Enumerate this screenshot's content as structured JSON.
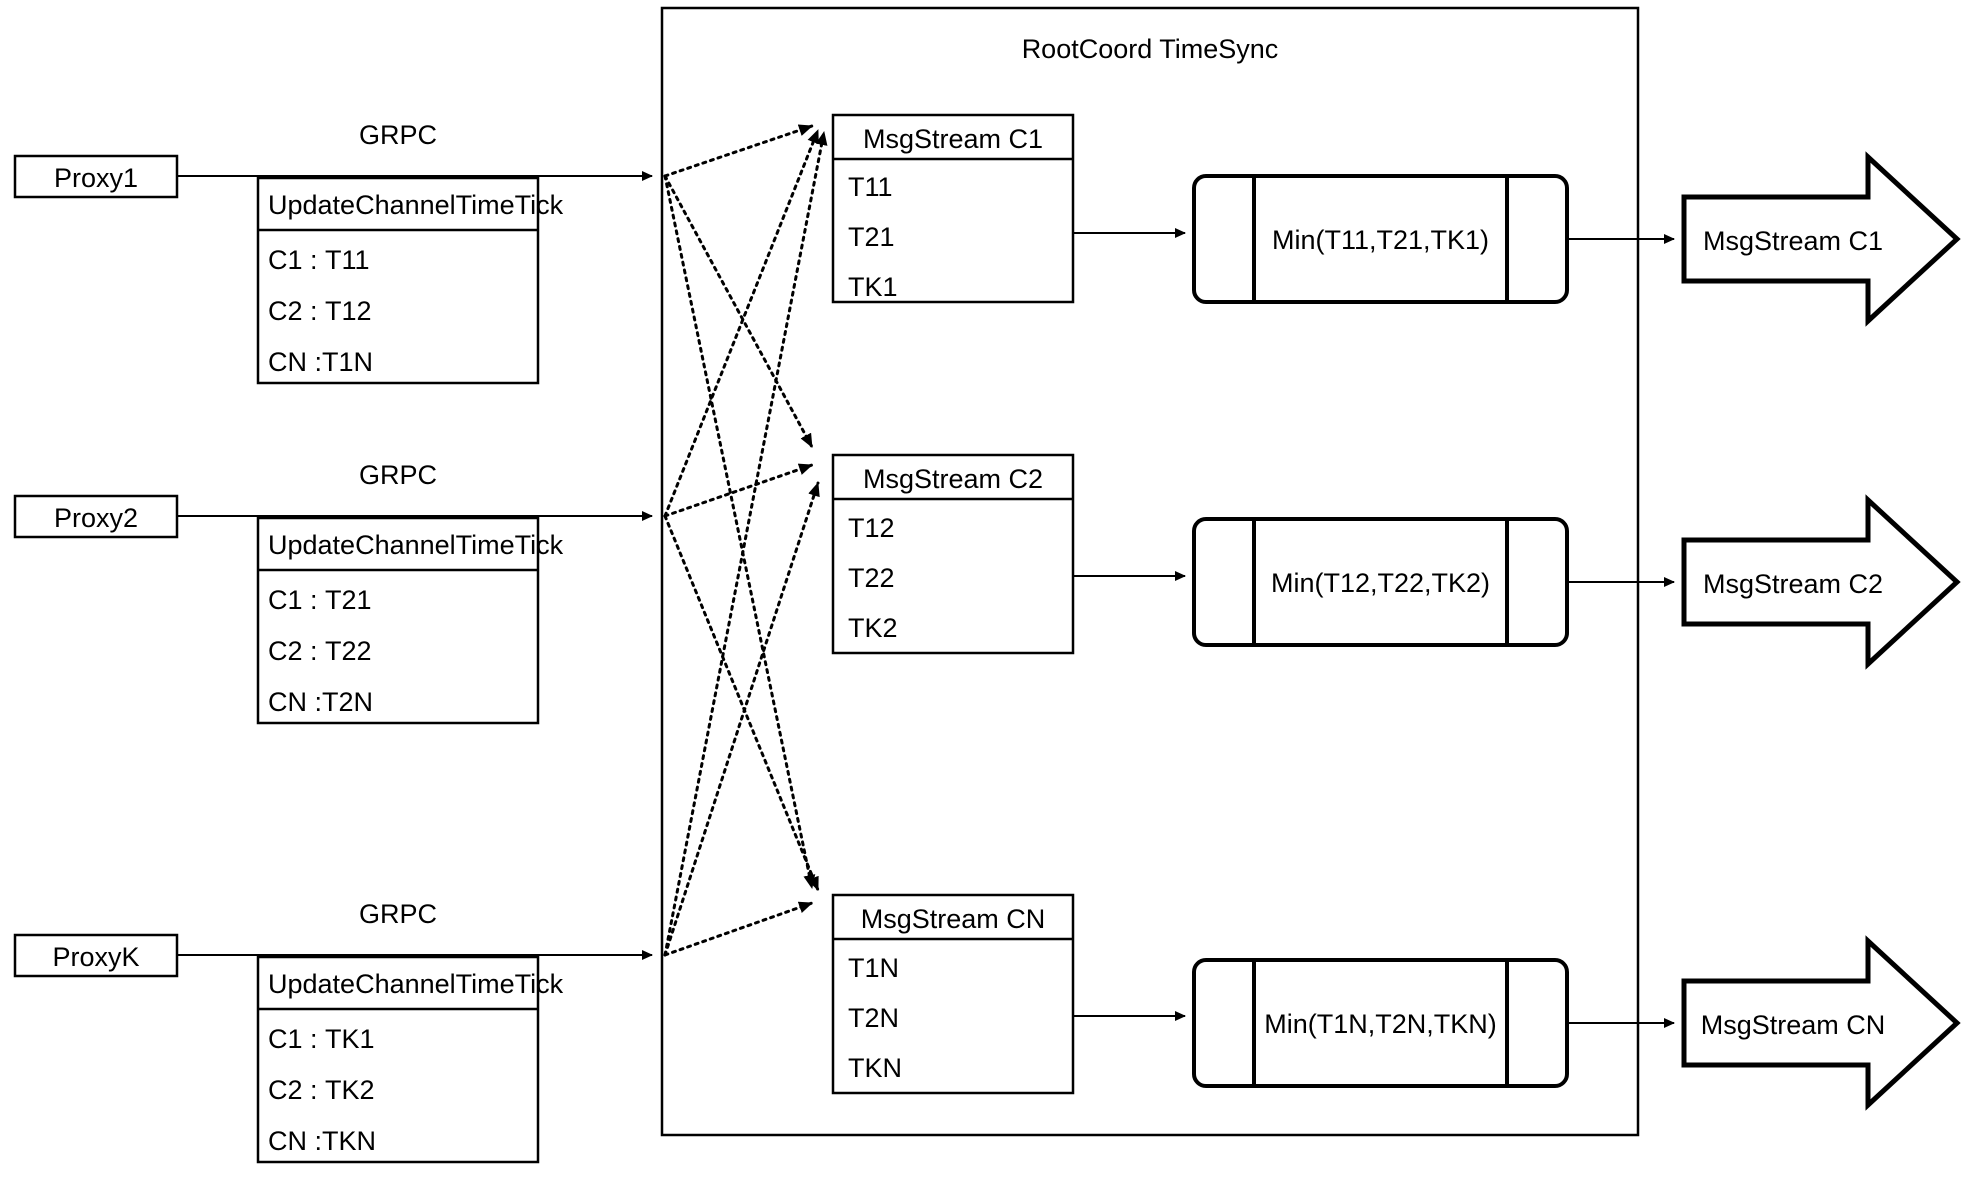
{
  "diagram": {
    "title": "RootCoord TimeSync",
    "container_label": "RootCoord TimeSync"
  },
  "rows": [
    {
      "proxy": {
        "label": "Proxy1"
      },
      "grpc_label": "GRPC",
      "request": {
        "header": "UpdateChannelTimeTick",
        "entries": [
          {
            "channel": "C1 :",
            "time": "T11"
          },
          {
            "channel": "C2 :",
            "time": "T12"
          },
          {
            "channel": "CN :",
            "time": "T1N"
          }
        ]
      },
      "msgstream": {
        "header": "MsgStream C1",
        "items": [
          "T11",
          "T21",
          "TK1"
        ]
      },
      "min_box": {
        "label": "Min(T11,T21,TK1)"
      },
      "output_arrow": {
        "label": "MsgStream C1"
      }
    },
    {
      "proxy": {
        "label": "Proxy2"
      },
      "grpc_label": "GRPC",
      "request": {
        "header": "UpdateChannelTimeTick",
        "entries": [
          {
            "channel": "C1 :",
            "time": "T21"
          },
          {
            "channel": "C2 :",
            "time": "T22"
          },
          {
            "channel": "CN :",
            "time": "T2N"
          }
        ]
      },
      "msgstream": {
        "header": "MsgStream C2",
        "items": [
          "T12",
          "T22",
          "TK2"
        ]
      },
      "min_box": {
        "label": "Min(T12,T22,TK2)"
      },
      "output_arrow": {
        "label": "MsgStream C2"
      }
    },
    {
      "proxy": {
        "label": "ProxyK"
      },
      "grpc_label": "GRPC",
      "request": {
        "header": "UpdateChannelTimeTick",
        "entries": [
          {
            "channel": "C1 :",
            "time": "TK1"
          },
          {
            "channel": "C2 :",
            "time": "TK2"
          },
          {
            "channel": "CN :",
            "time": "TKN"
          }
        ]
      },
      "msgstream": {
        "header": "MsgStream CN",
        "items": [
          "T1N",
          "T2N",
          "TKN"
        ]
      },
      "min_box": {
        "label": "Min(T1N,T2N,TKN)"
      },
      "output_arrow": {
        "label": "MsgStream CN"
      }
    }
  ],
  "colors": {
    "stroke": "#000000",
    "background": "#ffffff",
    "text": "#000000"
  }
}
